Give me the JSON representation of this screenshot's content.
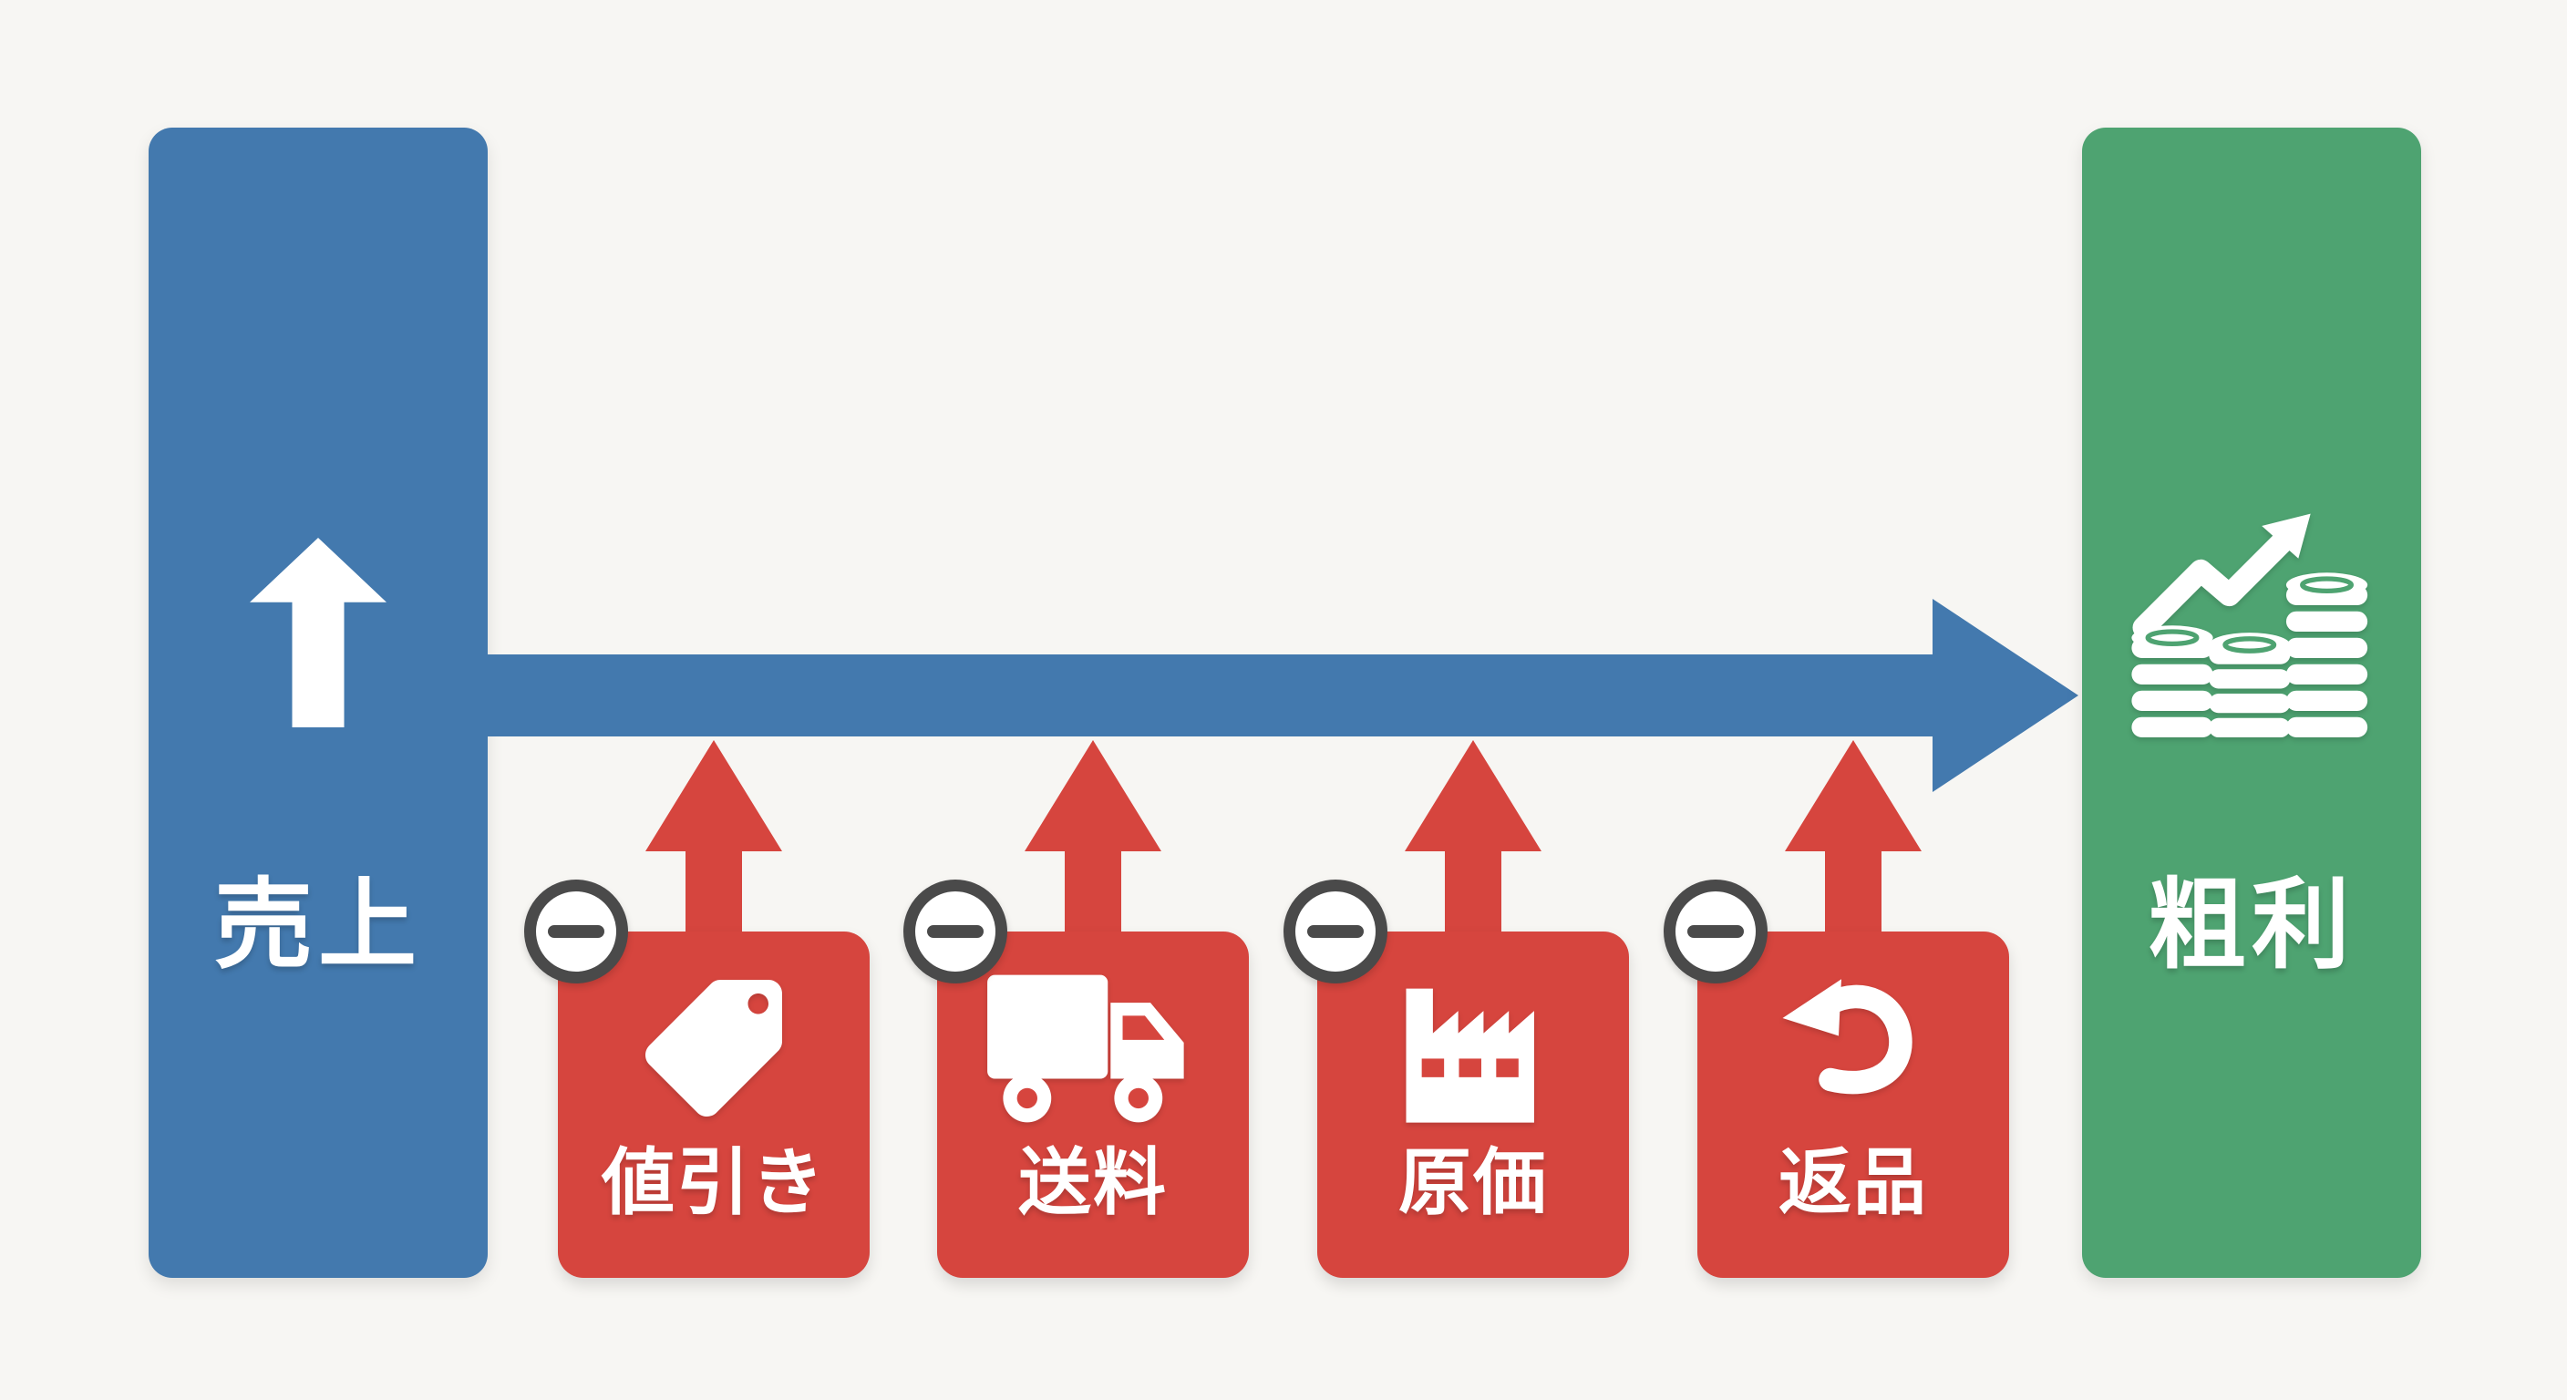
{
  "colors": {
    "bg": "#f7f6f3",
    "blue": "#4379ae",
    "red": "#d6453e",
    "green": "#4ea371",
    "ring": "#4a4a4a",
    "text": "#ffffff"
  },
  "source": {
    "label": "売上",
    "icon": "up-arrow"
  },
  "flow_arrow": {
    "direction": "right"
  },
  "deductions": [
    {
      "label": "値引き",
      "icon": "price-tag",
      "operator": "minus"
    },
    {
      "label": "送料",
      "icon": "delivery-truck",
      "operator": "minus"
    },
    {
      "label": "原価",
      "icon": "factory",
      "operator": "minus"
    },
    {
      "label": "返品",
      "icon": "return-arrow",
      "operator": "minus"
    }
  ],
  "result": {
    "label": "粗利",
    "icon": "coins-growth-arrow"
  }
}
